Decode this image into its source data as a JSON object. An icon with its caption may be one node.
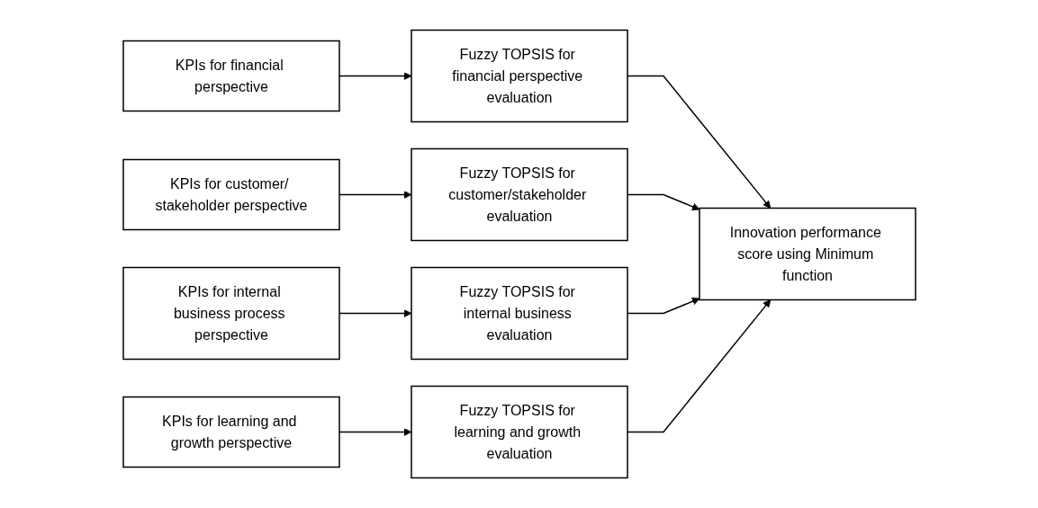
{
  "diagram": {
    "nodes": [
      {
        "text": [
          "KPIs for financial perspective"
        ]
      },
      {
        "text": [
          "Fuzzy TOPSIS for financial perspective evaluation"
        ]
      },
      {
        "text": [
          "KPIs for customer/ stakeholder perspective"
        ]
      },
      {
        "text": [
          "Fuzzy TOPSIS for customer/stakeholder evaluation"
        ]
      },
      {
        "text": [
          "KPIs for internal business process perspective"
        ]
      },
      {
        "text": [
          "Fuzzy TOPSIS for internal business evaluation"
        ]
      },
      {
        "text": [
          "KPIs for learning and growth perspective"
        ]
      },
      {
        "text": [
          "Fuzzy TOPSIS for learning and growth evaluation"
        ]
      },
      {
        "text": [
          "Innovation performance score using Minimum function"
        ]
      }
    ],
    "edges": [
      {
        "from": 0,
        "to": 1,
        "arrow": "to"
      },
      {
        "from": 1,
        "to": 8,
        "arrow": "to"
      },
      {
        "from": 2,
        "to": 3,
        "arrow": "to"
      },
      {
        "from": 3,
        "to": 8,
        "arrow": "to"
      },
      {
        "from": 4,
        "to": 5,
        "arrow": "to"
      },
      {
        "from": 5,
        "to": 8,
        "arrow": "to"
      },
      {
        "from": 6,
        "to": 7,
        "arrow": "to"
      },
      {
        "from": 7,
        "to": 8,
        "arrow": "to"
      }
    ]
  }
}
